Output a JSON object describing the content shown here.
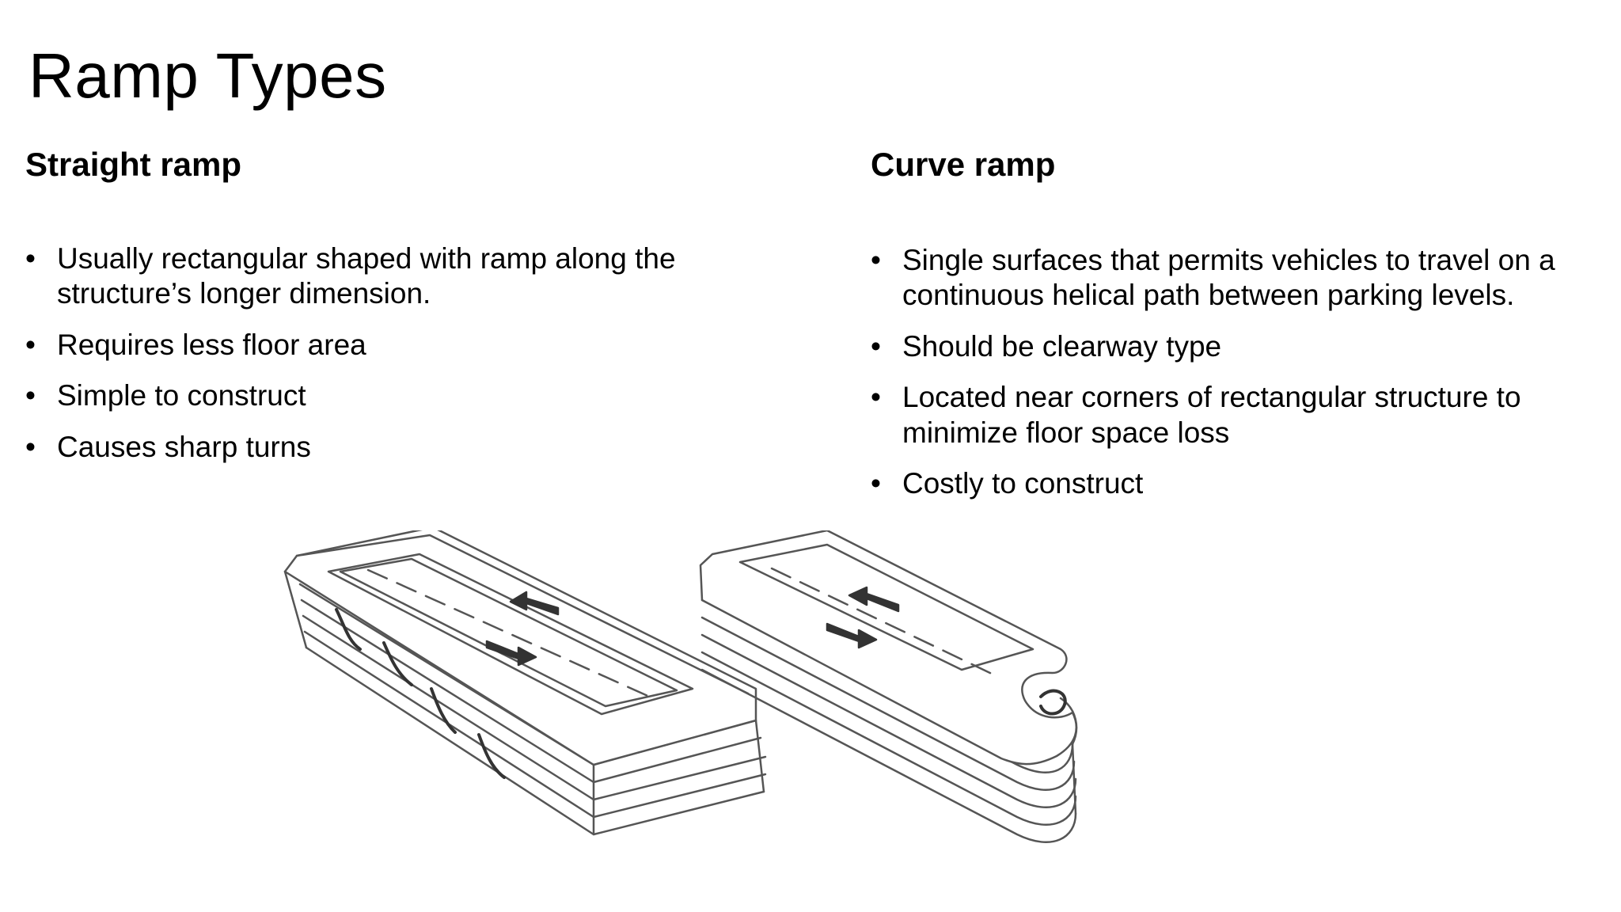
{
  "slide": {
    "title": "Ramp Types"
  },
  "left_column": {
    "heading": "Straight ramp",
    "bullets": [
      "Usually rectangular shaped with ramp along the structure’s longer dimension.",
      "Requires less floor area",
      "Simple to construct",
      "Causes sharp turns"
    ]
  },
  "right_column": {
    "heading": "Curve ramp",
    "bullets": [
      "Single surfaces that permits vehicles to travel on a continuous helical path between parking levels.",
      "Should be clearway type",
      "Located near corners of rectangular structure to minimize floor space loss",
      "Costly to construct"
    ]
  },
  "figure": {
    "left_drawing": "straight-ramp-illustration",
    "right_drawing": "curved-ramp-illustration",
    "stroke_color": "#555555",
    "fill_color": "#ffffff"
  }
}
